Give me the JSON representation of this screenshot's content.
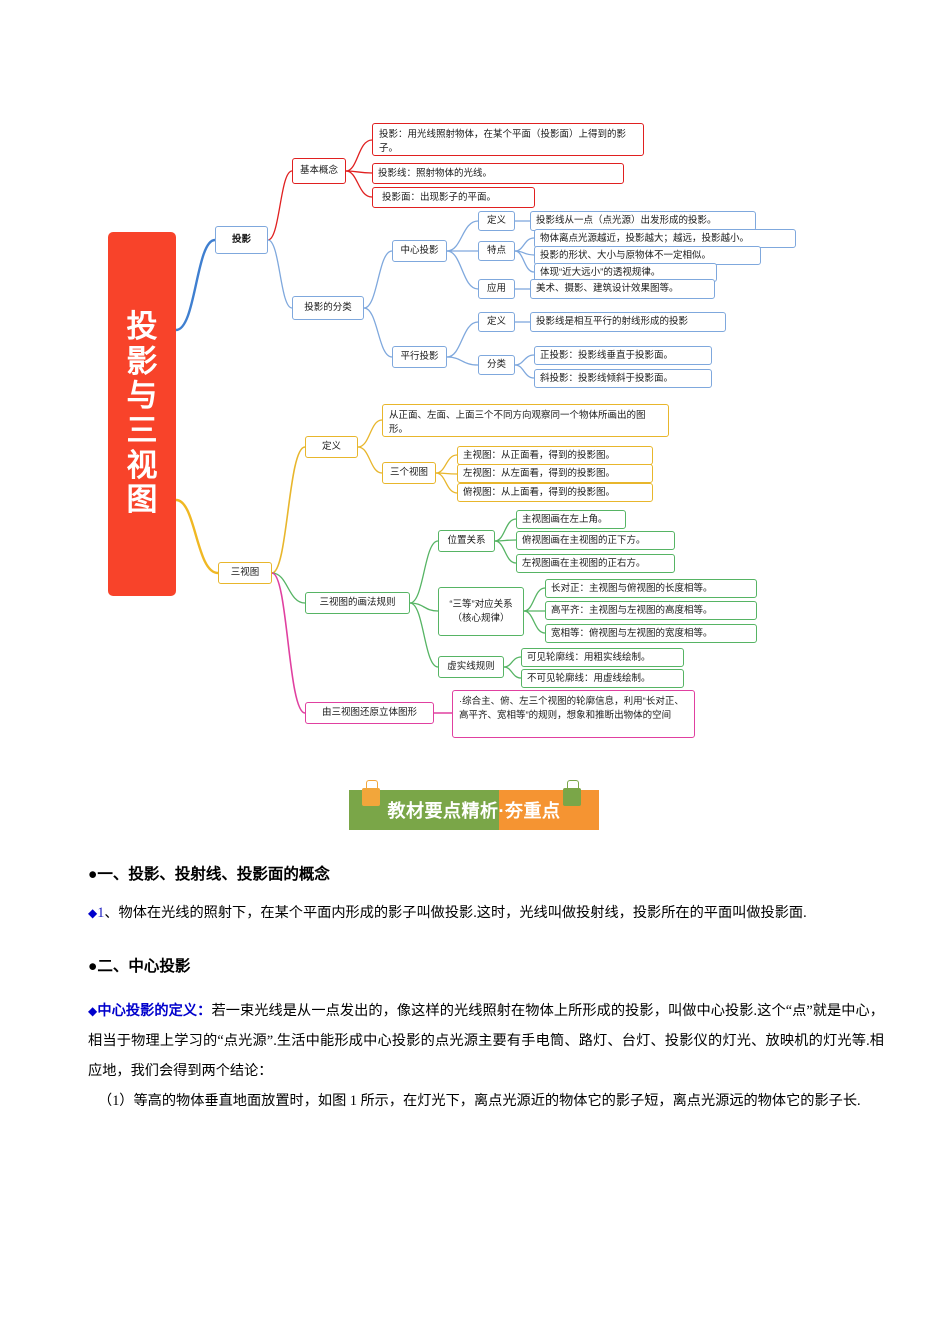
{
  "mindmap": {
    "root": [
      "投",
      "影",
      "与",
      "三",
      "视",
      "图"
    ],
    "branch1": {
      "label": "投影",
      "sub1": {
        "label": "基本概念",
        "items": [
          "投影：用光线照射物体，在某个平面（投影面）上得到的影子。",
          "投影线：照射物体的光线。",
          "投影面：出现影子的平面。"
        ]
      },
      "sub2": {
        "label": "投影的分类",
        "center": {
          "label": "中心投影",
          "def_label": "定义",
          "def_text": "投影线从一点（点光源）出发形成的投影。",
          "feat_label": "特点",
          "feat_items": [
            "物体离点光源越近，投影越大；越远，投影越小。",
            "投影的形状、大小与原物体不一定相似。",
            "体现“近大远小”的透视规律。"
          ],
          "app_label": "应用",
          "app_text": "美术、摄影、建筑设计效果图等。"
        },
        "parallel": {
          "label": "平行投影",
          "def_label": "定义",
          "def_text": "投影线是相互平行的射线形成的投影",
          "cls_label": "分类",
          "cls_items": [
            "正投影：投影线垂直于投影面。",
            "斜投影：投影线倾斜于投影面。"
          ]
        }
      }
    },
    "branch2": {
      "label": "三视图",
      "def": {
        "label": "定义",
        "text": "从正面、左面、上面三个不同方向观察同一个物体所画出的图形。",
        "three_label": "三个视图",
        "three_items": [
          "主视图：从正面看，得到的投影图。",
          "左视图：从左面看，得到的投影图。",
          "俯视图：从上面看，得到的投影图。"
        ]
      },
      "rules": {
        "label": "三视图的画法规则",
        "pos_label": "位置关系",
        "pos_items": [
          "主视图画在左上角。",
          "俯视图画在主视图的正下方。",
          "左视图画在主视图的正右方。"
        ],
        "eq_label": "“三等”对应关系（核心规律）",
        "eq_items": [
          "长对正：主视图与俯视图的长度相等。",
          "高平齐：主视图与左视图的高度相等。",
          "宽相等：俯视图与左视图的宽度相等。"
        ],
        "line_label": "虚实线规则",
        "line_items": [
          "可见轮廓线：用粗实线绘制。",
          "不可见轮廓线：用虚线绘制。"
        ]
      },
      "restore": {
        "label": "由三视图还原立体图形",
        "text": "·综合主、俯、左三个视图的轮廓信息，利用“长对正、高平齐、宽相等”的规则，想象和推断出物体的空间"
      }
    }
  },
  "banner": {
    "left_text": "教材要点精析",
    "right_text": "·夯重点"
  },
  "doc": {
    "section1_heading": "●一、投影、投射线、投影面的概念",
    "section1_num": "1",
    "section1_para": "、物体在光线的照射下，在某个平面内形成的影子叫做投影.这时，光线叫做投射线，投影所在的平面叫做投影面.",
    "section2_heading": "●二、中心投影",
    "section2_keyword": "中心投影的定义：",
    "section2_para": "若一束光线是从一点发出的，像这样的光线照射在物体上所形成的投影，叫做中心投影.这个“点”就是中心，相当于物理上学习的“点光源”.生活中能形成中心投影的点光源主要有手电筒、路灯、台灯、投影仪的灯光、放映机的灯光等.相应地，我们会得到两个结论：",
    "section2_item1": "（1）等高的物体垂直地面放置时，如图 1 所示，在灯光下，离点光源近的物体它的影子短，离点光源远的物体它的影子长."
  },
  "colors": {
    "root_red": "#f8432a",
    "blue": "#7fa8dd",
    "red": "#e02020",
    "yellow": "#e8b62c",
    "green": "#56b464",
    "pink": "#e040a0",
    "banner_green": "#7aa648",
    "banner_orange": "#f59432"
  }
}
